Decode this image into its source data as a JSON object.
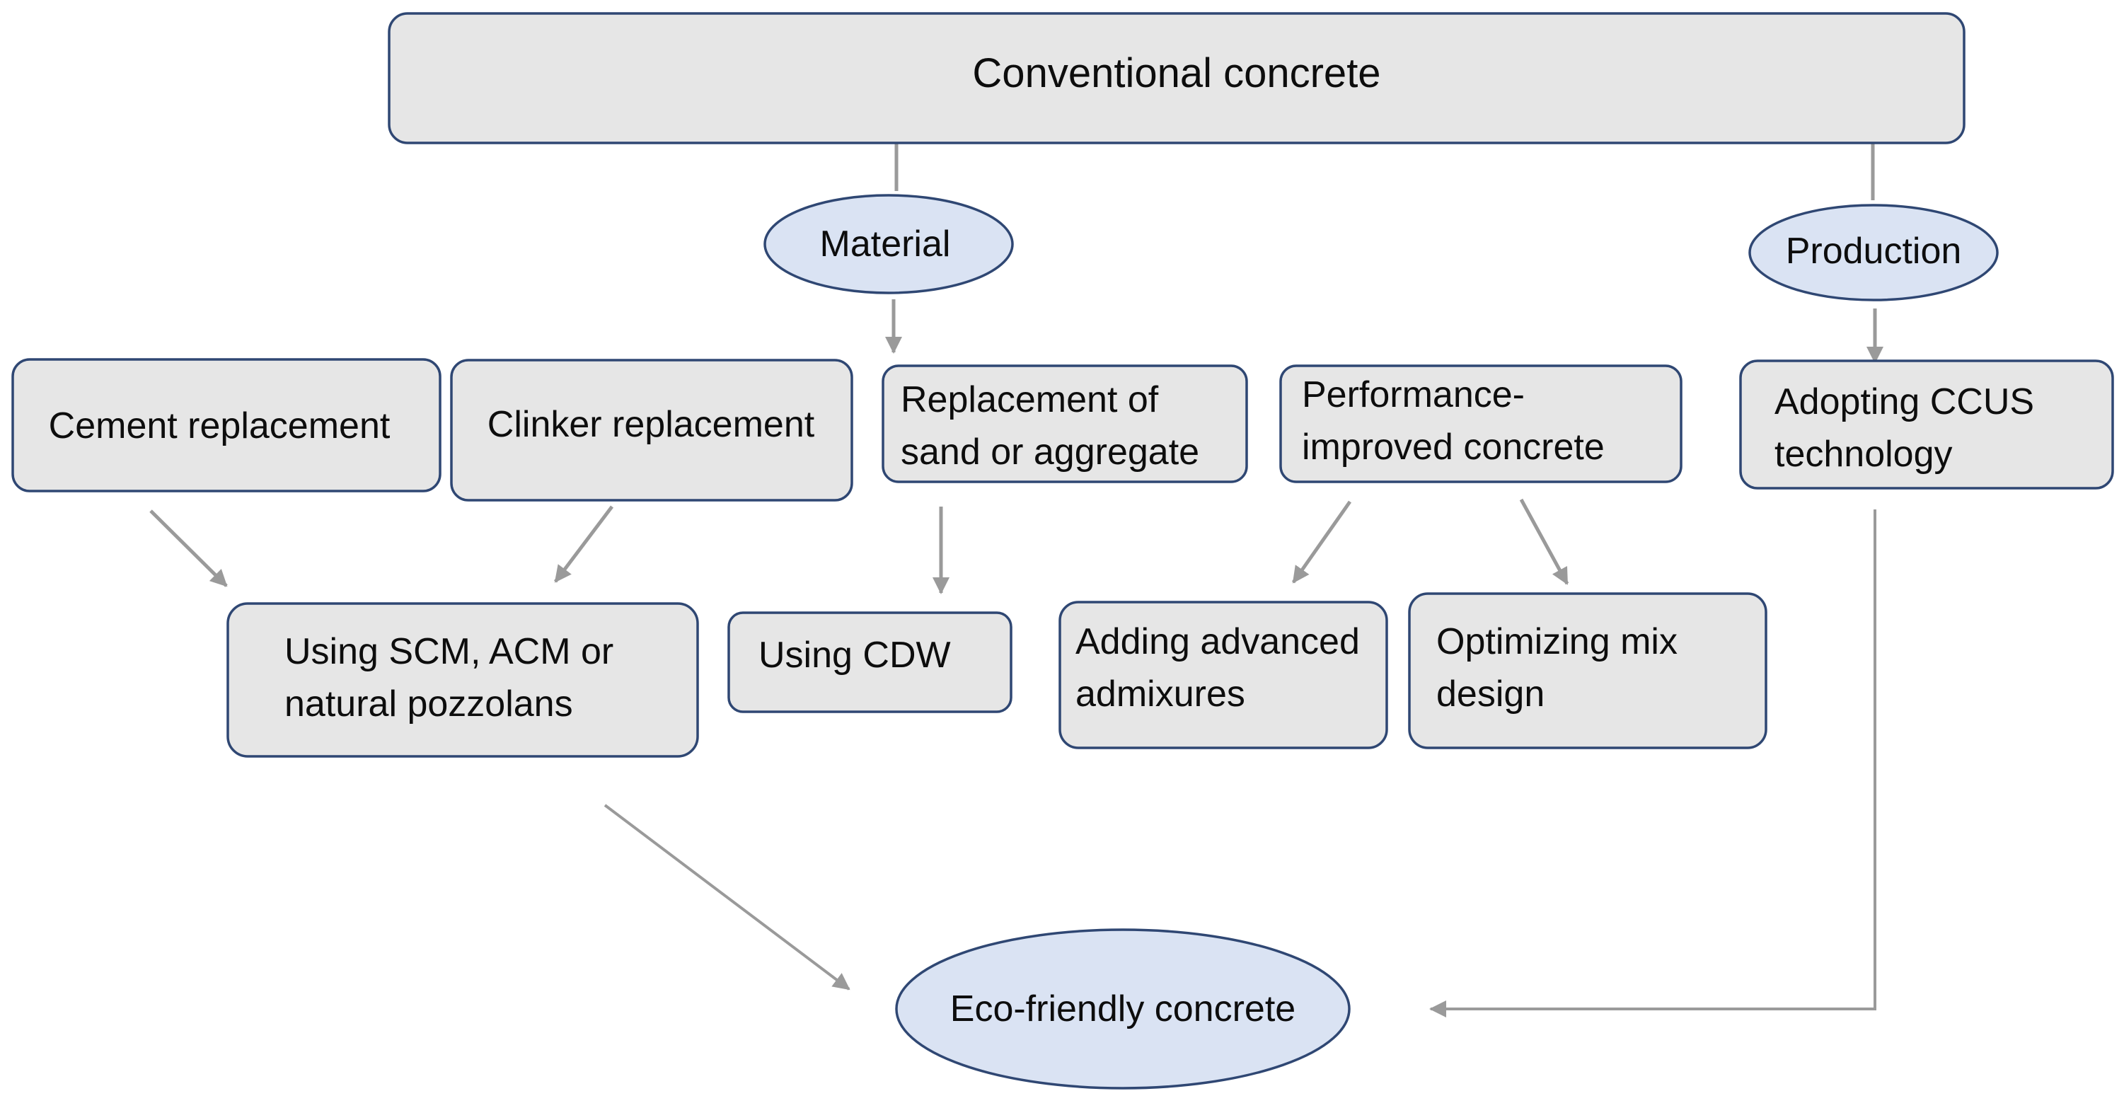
{
  "nodes": {
    "conventional": "Conventional concrete",
    "material": "Material",
    "production": "Production",
    "cement_replacement": "Cement replacement",
    "clinker_replacement": "Clinker replacement",
    "sand_replacement": [
      "Replacement of",
      "sand or aggregate"
    ],
    "performance": [
      "Performance-",
      "improved concrete"
    ],
    "ccus": [
      "Adopting CCUS",
      "technology"
    ],
    "scm": [
      "Using SCM, ACM or",
      "natural pozzolans"
    ],
    "cdw": "Using CDW",
    "admixtures": [
      "Adding advanced",
      "admixures"
    ],
    "mix_design": [
      "Optimizing mix",
      "design"
    ],
    "eco": "Eco-friendly concrete"
  },
  "colors": {
    "box_fill": "#e6e6e6",
    "ellipse_fill": "#dae3f3",
    "border": "#2f4773",
    "connector": "#9a9a9a"
  }
}
